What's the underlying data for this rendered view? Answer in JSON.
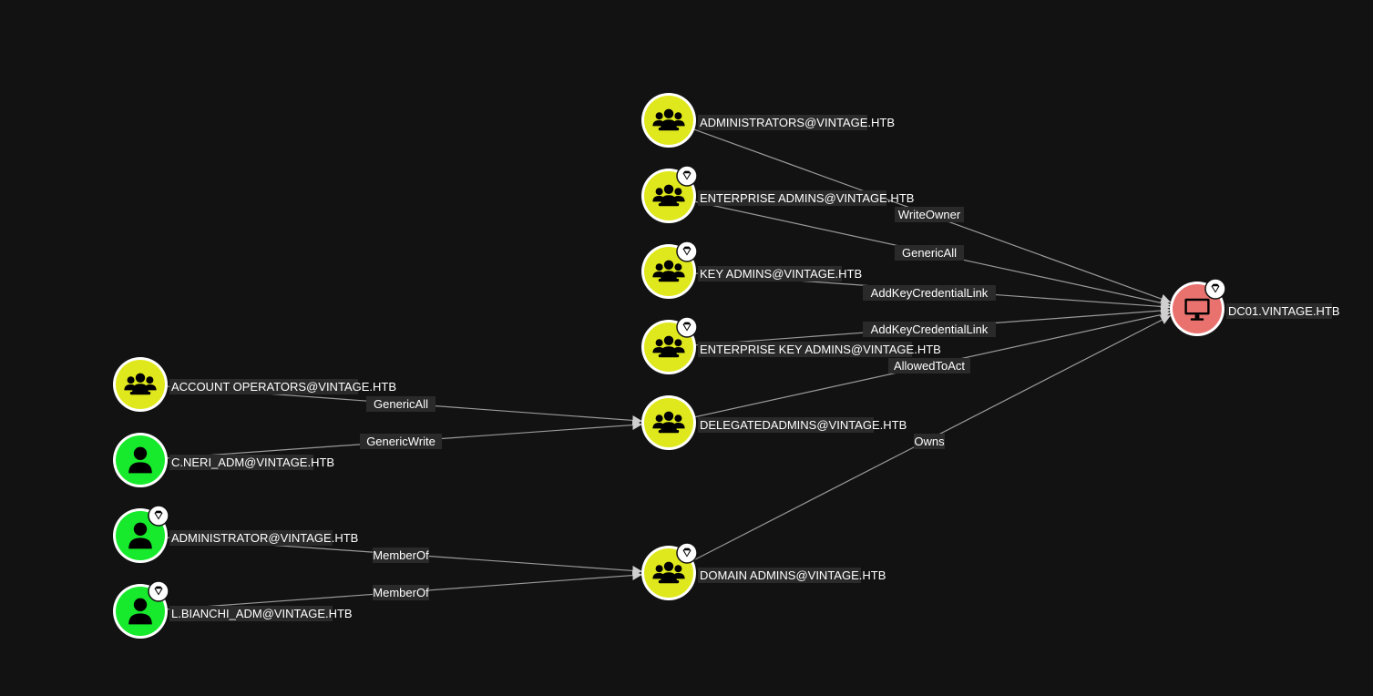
{
  "colors": {
    "group": "#dfe81c",
    "user": "#17ea2c",
    "computer": "#e9726f",
    "edge": "#9a9a9a",
    "label_bg": "#2a2a2a",
    "label_text": "#ffffff",
    "background": "#121212"
  },
  "nodes": [
    {
      "id": "administrators",
      "type": "group",
      "label": "ADMINISTRATORS@VINTAGE.HTB",
      "tier_zero": false,
      "icon": "users-icon"
    },
    {
      "id": "enterprise_admins",
      "type": "group",
      "label": "ENTERPRISE ADMINS@VINTAGE.HTB",
      "tier_zero": true,
      "icon": "users-icon"
    },
    {
      "id": "key_admins",
      "type": "group",
      "label": "KEY ADMINS@VINTAGE.HTB",
      "tier_zero": true,
      "icon": "users-icon"
    },
    {
      "id": "enterprise_key_admins",
      "type": "group",
      "label": "ENTERPRISE KEY ADMINS@VINTAGE.HTB",
      "tier_zero": true,
      "icon": "users-icon"
    },
    {
      "id": "account_operators",
      "type": "group",
      "label": "ACCOUNT OPERATORS@VINTAGE.HTB",
      "tier_zero": false,
      "icon": "users-icon"
    },
    {
      "id": "delegatedadmins",
      "type": "group",
      "label": "DELEGATEDADMINS@VINTAGE.HTB",
      "tier_zero": false,
      "icon": "users-icon"
    },
    {
      "id": "c_neri_adm",
      "type": "user",
      "label": "C.NERI_ADM@VINTAGE.HTB",
      "tier_zero": false,
      "icon": "user-icon"
    },
    {
      "id": "administrator",
      "type": "user",
      "label": "ADMINISTRATOR@VINTAGE.HTB",
      "tier_zero": true,
      "icon": "user-icon"
    },
    {
      "id": "domain_admins",
      "type": "group",
      "label": "DOMAIN ADMINS@VINTAGE.HTB",
      "tier_zero": true,
      "icon": "users-icon"
    },
    {
      "id": "l_bianchi_adm",
      "type": "user",
      "label": "L.BIANCHI_ADM@VINTAGE.HTB",
      "tier_zero": true,
      "icon": "user-icon"
    },
    {
      "id": "dc01",
      "type": "computer",
      "label": "DC01.VINTAGE.HTB",
      "tier_zero": true,
      "icon": "monitor-icon"
    }
  ],
  "edges": [
    {
      "from": "administrators",
      "to": "dc01",
      "label": "WriteOwner"
    },
    {
      "from": "enterprise_admins",
      "to": "dc01",
      "label": "GenericAll"
    },
    {
      "from": "key_admins",
      "to": "dc01",
      "label": "AddKeyCredentialLink"
    },
    {
      "from": "enterprise_key_admins",
      "to": "dc01",
      "label": "AddKeyCredentialLink"
    },
    {
      "from": "delegatedadmins",
      "to": "dc01",
      "label": "AllowedToAct"
    },
    {
      "from": "domain_admins",
      "to": "dc01",
      "label": "Owns"
    },
    {
      "from": "account_operators",
      "to": "delegatedadmins",
      "label": "GenericAll"
    },
    {
      "from": "c_neri_adm",
      "to": "delegatedadmins",
      "label": "GenericWrite"
    },
    {
      "from": "administrator",
      "to": "domain_admins",
      "label": "MemberOf"
    },
    {
      "from": "l_bianchi_adm",
      "to": "domain_admins",
      "label": "MemberOf"
    }
  ]
}
